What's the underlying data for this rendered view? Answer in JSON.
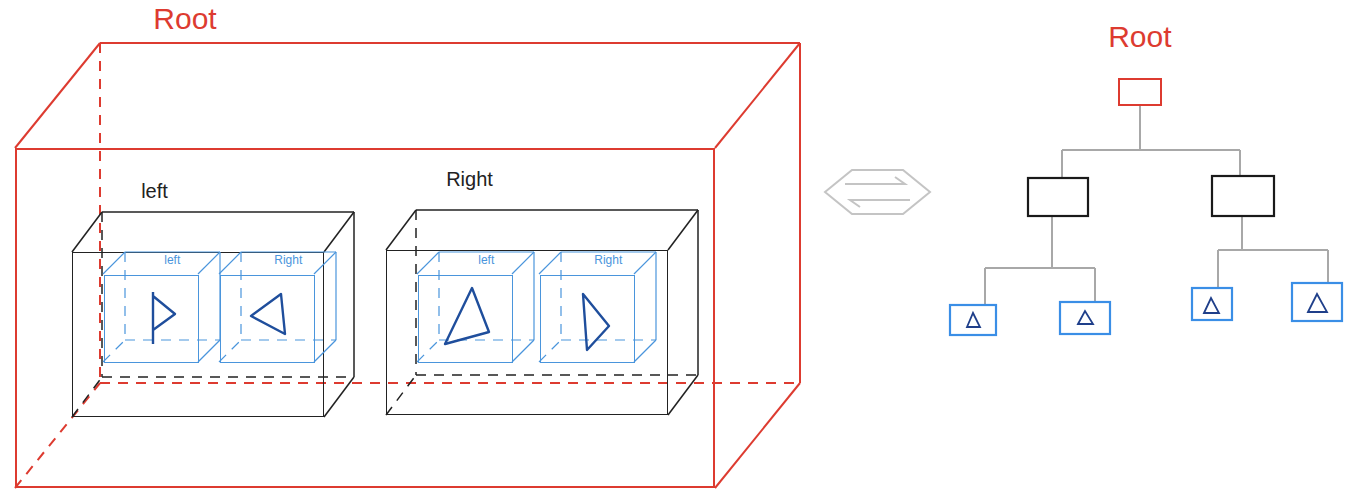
{
  "diagram": {
    "nodes": [
      {
        "text": [
          "Root"
        ]
      },
      {
        "text": [
          "left"
        ],
        "in": 0
      },
      {
        "text": [
          "left"
        ],
        "in": 1
      },
      {
        "text": [
          "Right"
        ],
        "in": 1
      },
      {
        "text": [
          "Right"
        ],
        "in": 0
      },
      {
        "text": [
          "left"
        ],
        "in": 4
      },
      {
        "text": [
          "Right"
        ],
        "in": 4
      },
      {
        "text": [
          "Root"
        ]
      }
    ]
  }
}
